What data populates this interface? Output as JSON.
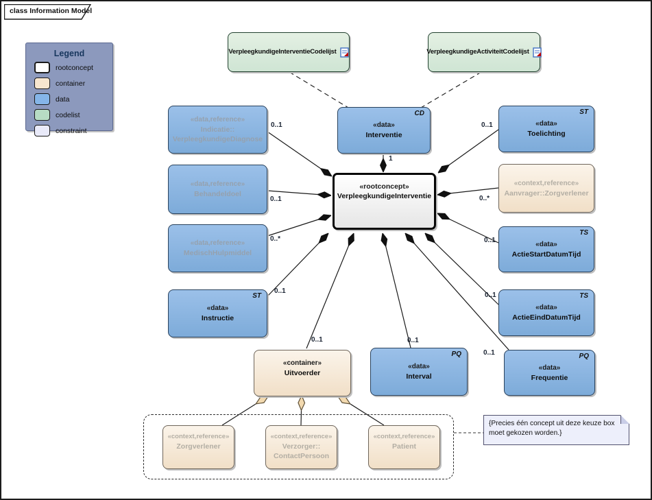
{
  "page": {
    "tab_label": "class Information Model"
  },
  "colors": {
    "data_fill": "#85b5e8",
    "container_fill": "#f7e6cf",
    "codelist_fill": "#b7dcc4",
    "constraint_fill": "#e9eaf9",
    "rootconcept_fill": "#ffffff",
    "legend_bg": "#8c99bd",
    "diamond_black": "#111111",
    "diamond_tan": "#f2d9af"
  },
  "legend": {
    "title": "Legend",
    "items": [
      {
        "label": "rootconcept",
        "color": "#ffffff"
      },
      {
        "label": "container",
        "color": "#f7e6cf"
      },
      {
        "label": "data",
        "color": "#85b5e8"
      },
      {
        "label": "codelist",
        "color": "#b7dcc4"
      },
      {
        "label": "constraint",
        "color": "#e9eaf9"
      }
    ]
  },
  "nodes": {
    "interventie_codelijst": {
      "label": "VerpleegkundigeInterventieCodelijst"
    },
    "activiteit_codelijst": {
      "label": "VerpleegkundigeActiviteitCodelijst"
    },
    "interventie": {
      "stereotype": "«data»",
      "name": "Interventie",
      "type_tag": "CD"
    },
    "rootconcept": {
      "stereotype": "«rootconcept»",
      "name": "VerpleegkundigeInterventie"
    },
    "indicatie": {
      "stereotype": "«data,reference»",
      "name_lines": [
        "Indicatie::",
        "VerpleegkundigeDiagnose"
      ]
    },
    "behandeldoel": {
      "stereotype": "«data,reference»",
      "name": "Behandeldoel"
    },
    "medisch_hulpmiddel": {
      "stereotype": "«data,reference»",
      "name": "MedischHulpmiddel"
    },
    "instructie": {
      "stereotype": "«data»",
      "name": "Instructie",
      "type_tag": "ST"
    },
    "toelichting": {
      "stereotype": "«data»",
      "name": "Toelichting",
      "type_tag": "ST"
    },
    "aanvrager": {
      "stereotype": "«context,reference»",
      "name": "Aanvrager::Zorgverlener"
    },
    "actie_start": {
      "stereotype": "«data»",
      "name": "ActieStartDatumTijd",
      "type_tag": "TS"
    },
    "actie_eind": {
      "stereotype": "«data»",
      "name": "ActieEindDatumTijd",
      "type_tag": "TS"
    },
    "frequentie": {
      "stereotype": "«data»",
      "name": "Frequentie",
      "type_tag": "PQ"
    },
    "interval": {
      "stereotype": "«data»",
      "name": "Interval",
      "type_tag": "PQ"
    },
    "uitvoerder": {
      "stereotype": "«container»",
      "name": "Uitvoerder"
    },
    "zorgverlener": {
      "stereotype": "«context,reference»",
      "name": "Zorgverlener"
    },
    "verzorger": {
      "stereotype": "«context,reference»",
      "name_lines": [
        "Verzorger::",
        "ContactPersoon"
      ]
    },
    "patient": {
      "stereotype": "«context,reference»",
      "name": "Patient"
    }
  },
  "multiplicities": {
    "interventie": "1",
    "indicatie": "0..1",
    "behandeldoel": "0..1",
    "medisch_hulpmiddel": "0..*",
    "instructie": "0..1",
    "toelichting": "0..1",
    "aanvrager": "0..*",
    "actie_start": "0..1",
    "actie_eind": "0..1",
    "frequentie": "0..1",
    "interval": "0..1",
    "uitvoerder": "0..1"
  },
  "note": {
    "text": "{Precies één concept uit deze keuze box moet gekozen worden.}"
  }
}
